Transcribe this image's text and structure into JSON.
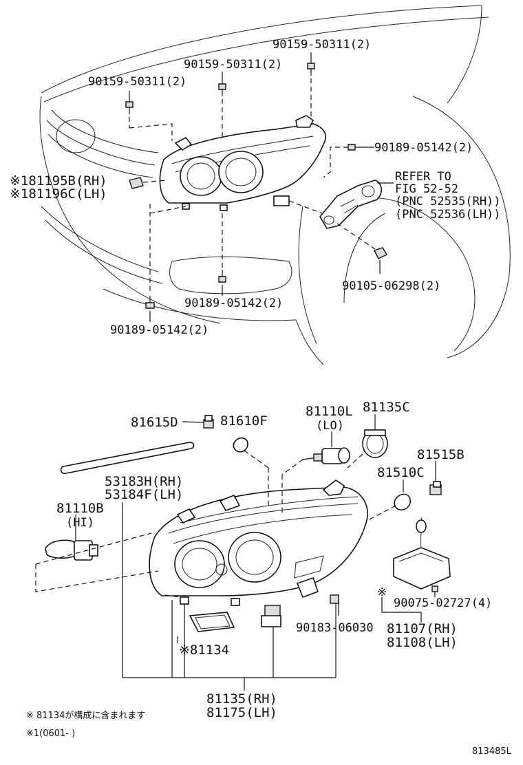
{
  "top_labels": {
    "bolt_a": "90159-50311(2)",
    "bolt_b": "90159-50311(2)",
    "bolt_c": "90159-50311(2)",
    "screw_right": "90189-05142(2)",
    "clip_rh": "※181195B(RH)",
    "clip_lh": "※181196C(LH)",
    "refer_line1": "REFER TO",
    "refer_line2": "FIG 52-52",
    "refer_line3": "(PNC 52535(RH))",
    "refer_line4": "(PNC 52536(LH))",
    "nut": "90105-06298(2)",
    "screw_mid": "90189-05142(2)",
    "screw_low": "90189-05142(2)"
  },
  "bottom_labels": {
    "socket_d": "81615D",
    "bulb_f": "81610F",
    "lo_bulb": "81110L",
    "lo_tag": "(LO)",
    "cover_c": "81135C",
    "socket_b": "81515B",
    "bulb_c": "81510C",
    "strip_rh": "53183H(RH)",
    "strip_lh": "53184F(LH)",
    "hi_bulb": "81110B",
    "hi_tag": "(HI)",
    "screw": "90183-06030",
    "ballast_mark": "※",
    "ballast_screw": "90075-02727(4)",
    "ballast_rh": "81107(RH)",
    "ballast_lh": "81108(LH)",
    "gasket": "※81134",
    "assy_rh": "81135(RH)",
    "assy_lh": "81175(LH)"
  },
  "footnotes": {
    "note1": "※  81134が構成に含まれます",
    "note2": "※1(0601-     )"
  },
  "figure_id": "813485L"
}
